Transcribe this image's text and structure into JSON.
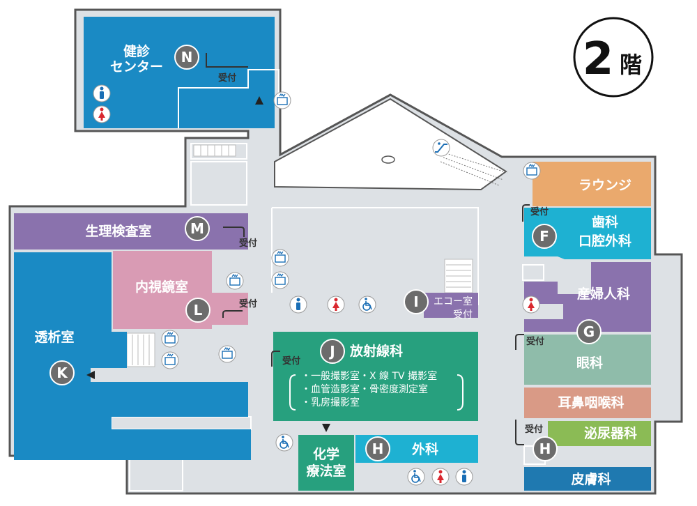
{
  "floor": {
    "number": "2",
    "label": "階"
  },
  "colors": {
    "corridor": "#dde1e5",
    "wall": "#555555",
    "blue": "#1a8ac4",
    "purple": "#8a72ad",
    "pink": "#d99bb4",
    "green": "#27a07e",
    "cyan": "#1eb1d2",
    "orange": "#eaa96d",
    "sage": "#8fbcaa",
    "salmon": "#d99a86",
    "lime": "#8bbb55",
    "navy": "#1f79b0",
    "marker": "#6c6c6c",
    "female": "#d9282f",
    "male": "#1a6eb5"
  },
  "departments": {
    "kenshin": "健診",
    "kenshin2": "センター",
    "seiri": "生理検査室",
    "naishi": "内視鏡室",
    "touseki": "透析室",
    "echo": "エコー室",
    "hoshasen": "放射線科",
    "kagaku1": "化学",
    "kagaku2": "療法室",
    "geka": "外科",
    "lounge": "ラウンジ",
    "shika1": "歯科",
    "shika2": "口腔外科",
    "sanfu": "産婦人科",
    "ganka": "眼科",
    "jibi": "耳鼻咽喉科",
    "hinyo": "泌尿器科",
    "hifu": "皮膚科"
  },
  "radiology_rooms": [
    "・一般撮影室・X 線 TV 撮影室",
    "・血管造影室・骨密度測定室",
    "・乳房撮影室"
  ],
  "reception_label": "受付",
  "markers": {
    "N": "N",
    "M": "M",
    "L": "L",
    "K": "K",
    "J": "J",
    "I": "I",
    "H": "H",
    "F": "F",
    "G": "G"
  },
  "icons": [
    "elevator-icon",
    "escalator-icon",
    "restroom-male-icon",
    "restroom-female-icon",
    "wheelchair-icon"
  ]
}
